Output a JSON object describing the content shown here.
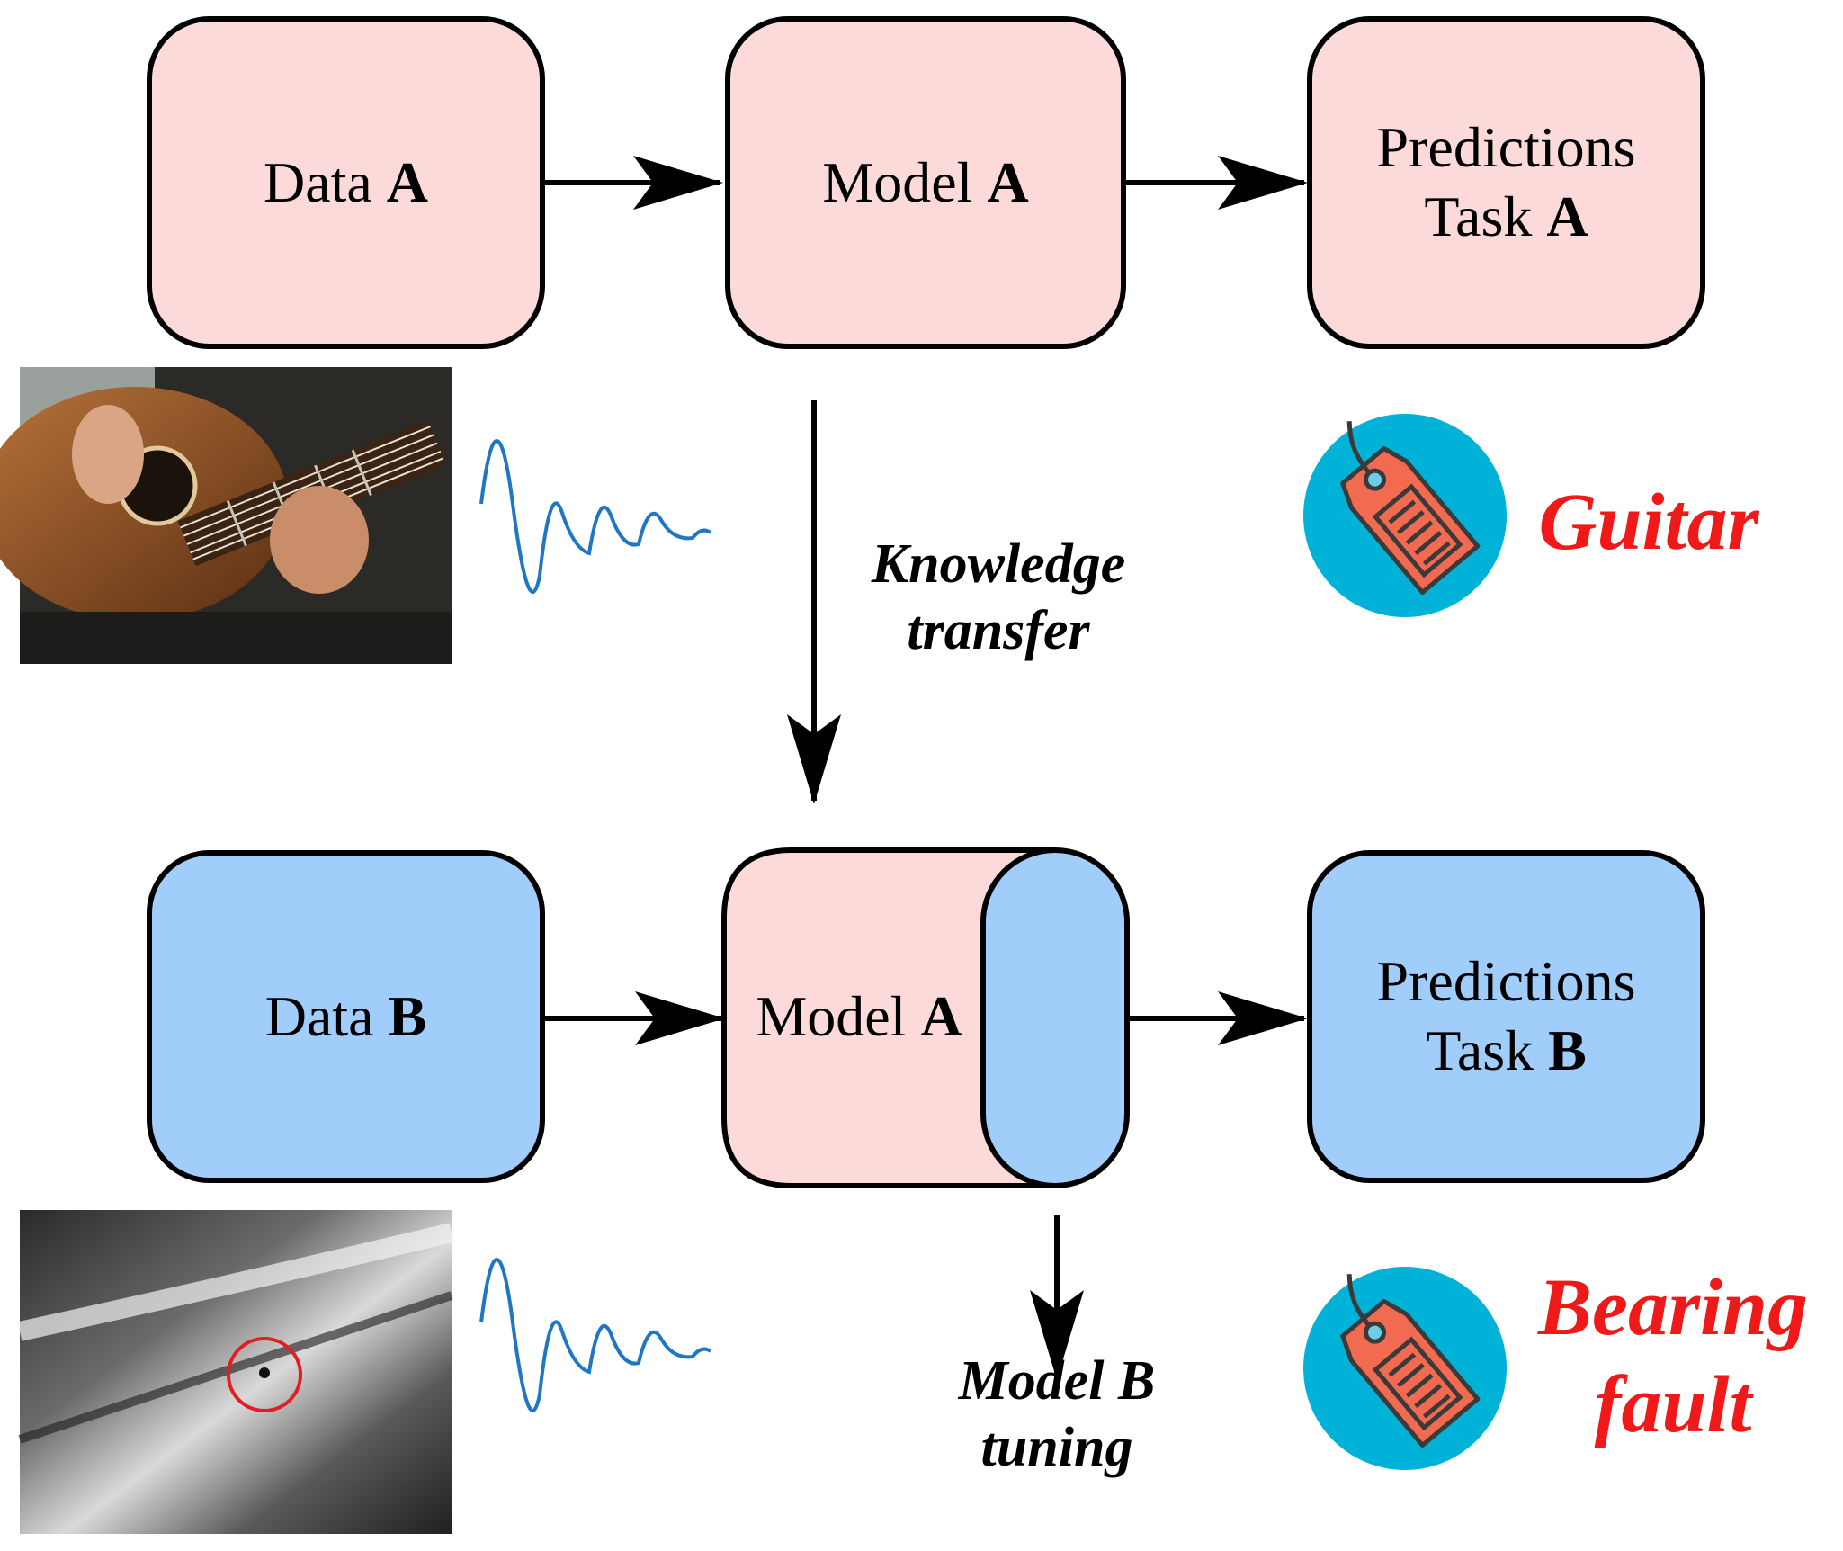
{
  "top_row": {
    "data_box": {
      "text": "Data ",
      "bold": "A"
    },
    "model_box": {
      "text": "Model ",
      "bold": "A"
    },
    "pred_box": {
      "line1": "Predictions",
      "text": "Task ",
      "bold": "A"
    }
  },
  "bottom_row": {
    "data_box": {
      "text": "Data ",
      "bold": "B"
    },
    "model_box": {
      "text": "Model ",
      "bold": "A"
    },
    "pred_box": {
      "line1": "Predictions",
      "text": "Task ",
      "bold": "B"
    }
  },
  "transfer_label": {
    "line1": "Knowledge",
    "line2": "transfer"
  },
  "tuning_label": {
    "line1": "Model B",
    "line2": "tuning"
  },
  "class_a": {
    "line1": "Guitar"
  },
  "class_b": {
    "line1": "Bearing",
    "line2": "fault"
  },
  "colors": {
    "pink": "#fddada",
    "blue": "#a1cdfb",
    "tag_circle": "#00b2d8",
    "tag": "#f26a4f",
    "wave": "#1f77c4",
    "label_red": "#f01919"
  },
  "icons": [
    "guitar-photo",
    "bearing-photo",
    "waveform-icon",
    "tag-icon"
  ]
}
